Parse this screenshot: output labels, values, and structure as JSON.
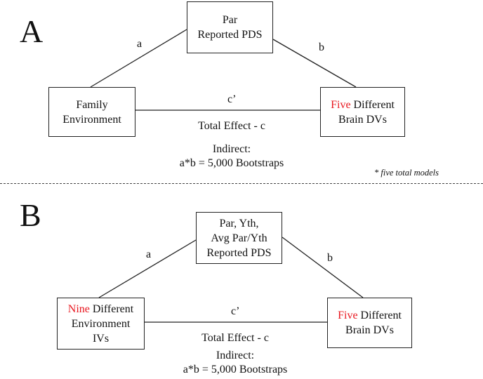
{
  "panel_a": {
    "letter": "A",
    "mediator": [
      "Par",
      "Reported PDS"
    ],
    "iv": [
      "Family",
      "Environment"
    ],
    "dv_highlight": "Five",
    "dv_line1_rest": " Different",
    "dv_line2": "Brain DVs",
    "path_a": "a",
    "path_b": "b",
    "path_c_prime": "c’",
    "total_effect": "Total Effect - c",
    "indirect_title": "Indirect:",
    "indirect_formula": "a*b = 5,000 Bootstraps",
    "note": "* five total models"
  },
  "panel_b": {
    "letter": "B",
    "mediator": [
      "Par, Yth,",
      "Avg Par/Yth",
      "Reported PDS"
    ],
    "iv_highlight": "Nine",
    "iv_line1_rest": " Different",
    "iv_line2": "Environment",
    "iv_line3": "IVs",
    "dv_highlight": "Five",
    "dv_line1_rest": " Different",
    "dv_line2": "Brain DVs",
    "path_a": "a",
    "path_b": "b",
    "path_c_prime": "c’",
    "total_effect": "Total Effect - c",
    "indirect_title": "Indirect:",
    "indirect_formula": "a*b = 5,000 Bootstraps"
  },
  "colors": {
    "highlight": "#e8171f",
    "line": "#222222"
  }
}
